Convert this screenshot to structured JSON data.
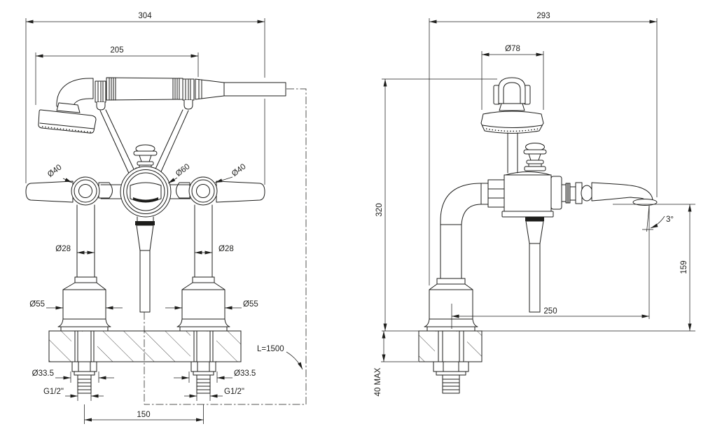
{
  "drawing": {
    "type": "technical-dimension-drawing",
    "subject": "Deck-mounted bath shower mixer with handset — front and side elevations",
    "line_color": "#1d1d1b",
    "background": "#ffffff",
    "front_view": {
      "overall_width": "304",
      "handset_length": "205",
      "left_handle_diameter": "Ø40",
      "center_body_diameter": "Ø60",
      "right_handle_diameter": "Ø40",
      "left_column_diameter": "Ø28",
      "right_column_diameter": "Ø28",
      "left_base_diameter": "Ø55",
      "right_base_diameter": "Ø55",
      "left_hole_diameter": "Ø33.5",
      "right_hole_diameter": "Ø33.5",
      "left_thread": "G1/2\"",
      "right_thread": "G1/2\"",
      "tap_hole_centres": "150",
      "hose_length": "L=1500"
    },
    "side_view": {
      "overall_depth": "293",
      "handset_head_diameter": "Ø78",
      "overall_height": "320",
      "spout_angle": "3°",
      "spout_height_above_deck": "159",
      "spout_projection": "250",
      "max_deck_thickness": "40 MAX"
    }
  }
}
